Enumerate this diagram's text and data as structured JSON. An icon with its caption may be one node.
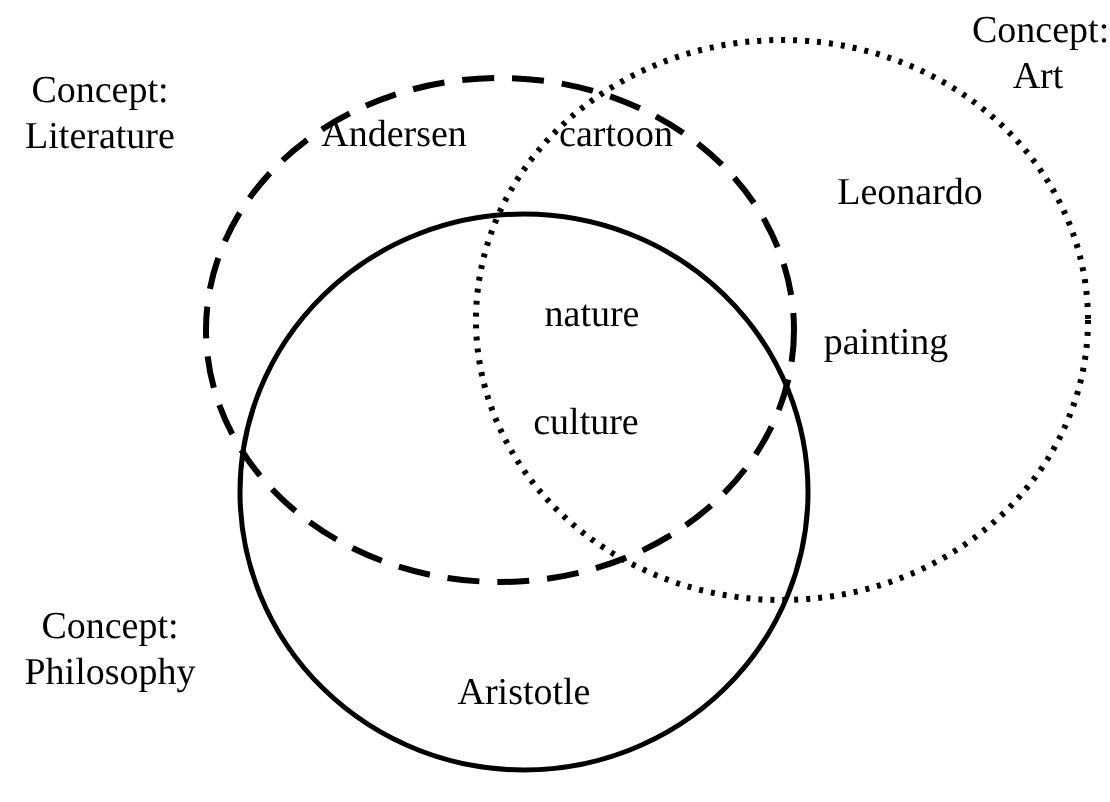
{
  "diagram": {
    "nodes": [
      {
        "text": [
          "Concept: Literature"
        ]
      },
      {
        "text": [
          "Concept: Art"
        ]
      },
      {
        "text": [
          "Concept: Philosophy"
        ]
      }
    ],
    "edges": [],
    "labels": [
      "Andersen",
      "cartoon",
      "Leonardo",
      "painting",
      "nature",
      "culture",
      "Aristotle"
    ]
  }
}
